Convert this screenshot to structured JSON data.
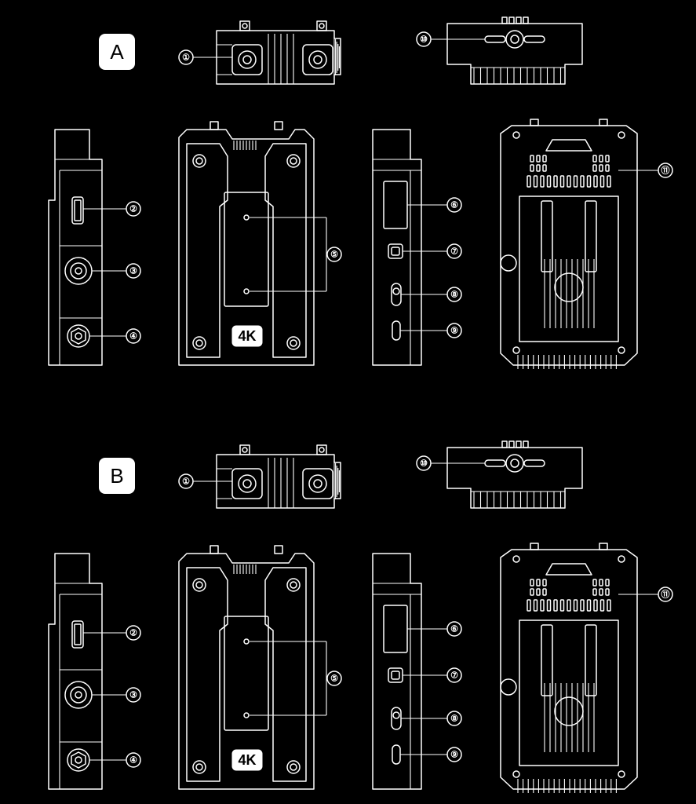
{
  "sets": [
    {
      "id": "A",
      "label": "A",
      "badge_text": "4K",
      "callouts": [
        "①",
        "②",
        "③",
        "④",
        "⑤",
        "⑥",
        "⑦",
        "⑧",
        "⑨",
        "⑩",
        "⑪"
      ]
    },
    {
      "id": "B",
      "label": "B",
      "badge_text": "4K",
      "callouts": [
        "①",
        "②",
        "③",
        "④",
        "⑤",
        "⑥",
        "⑦",
        "⑧",
        "⑨",
        "⑩",
        "⑪"
      ]
    }
  ],
  "colors": {
    "background": "#000000",
    "line": "#ffffff",
    "badge_fill": "#ffffff",
    "badge_text": "#000000"
  }
}
